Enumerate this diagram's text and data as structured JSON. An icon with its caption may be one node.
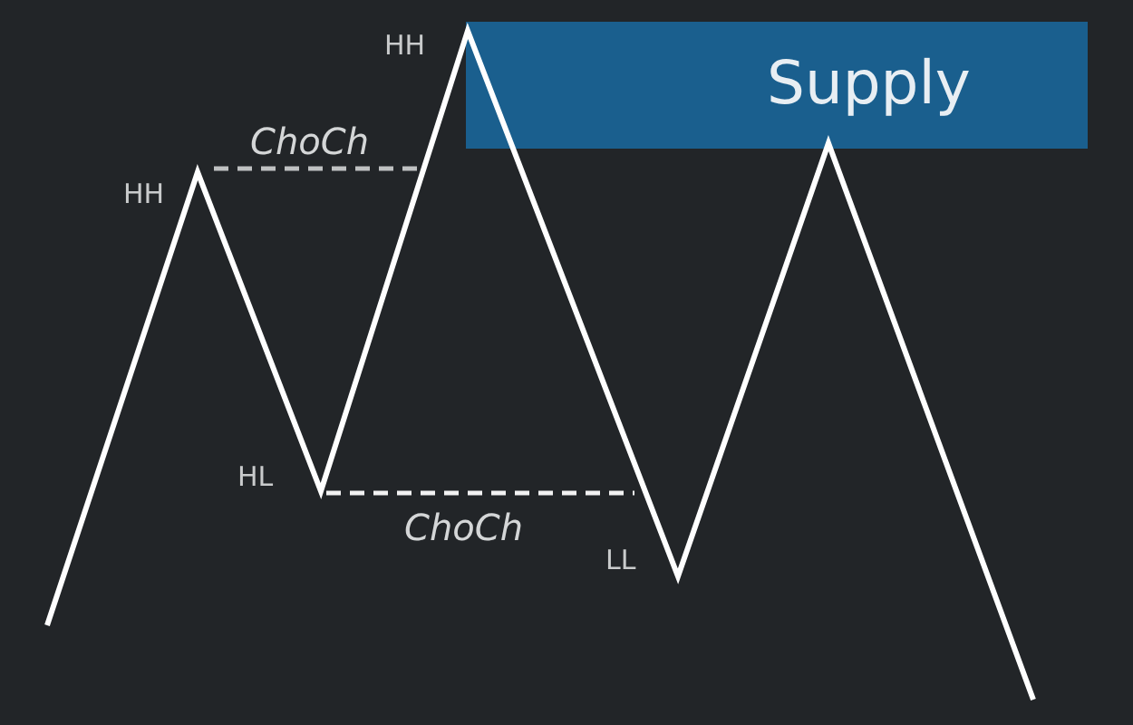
{
  "diagram": {
    "nodes": [
      {
        "text": [
          "Supply"
        ]
      }
    ],
    "labels": [
      "HH",
      "ChoCh",
      "HH",
      "HL",
      "ChoCh",
      "LL"
    ]
  }
}
